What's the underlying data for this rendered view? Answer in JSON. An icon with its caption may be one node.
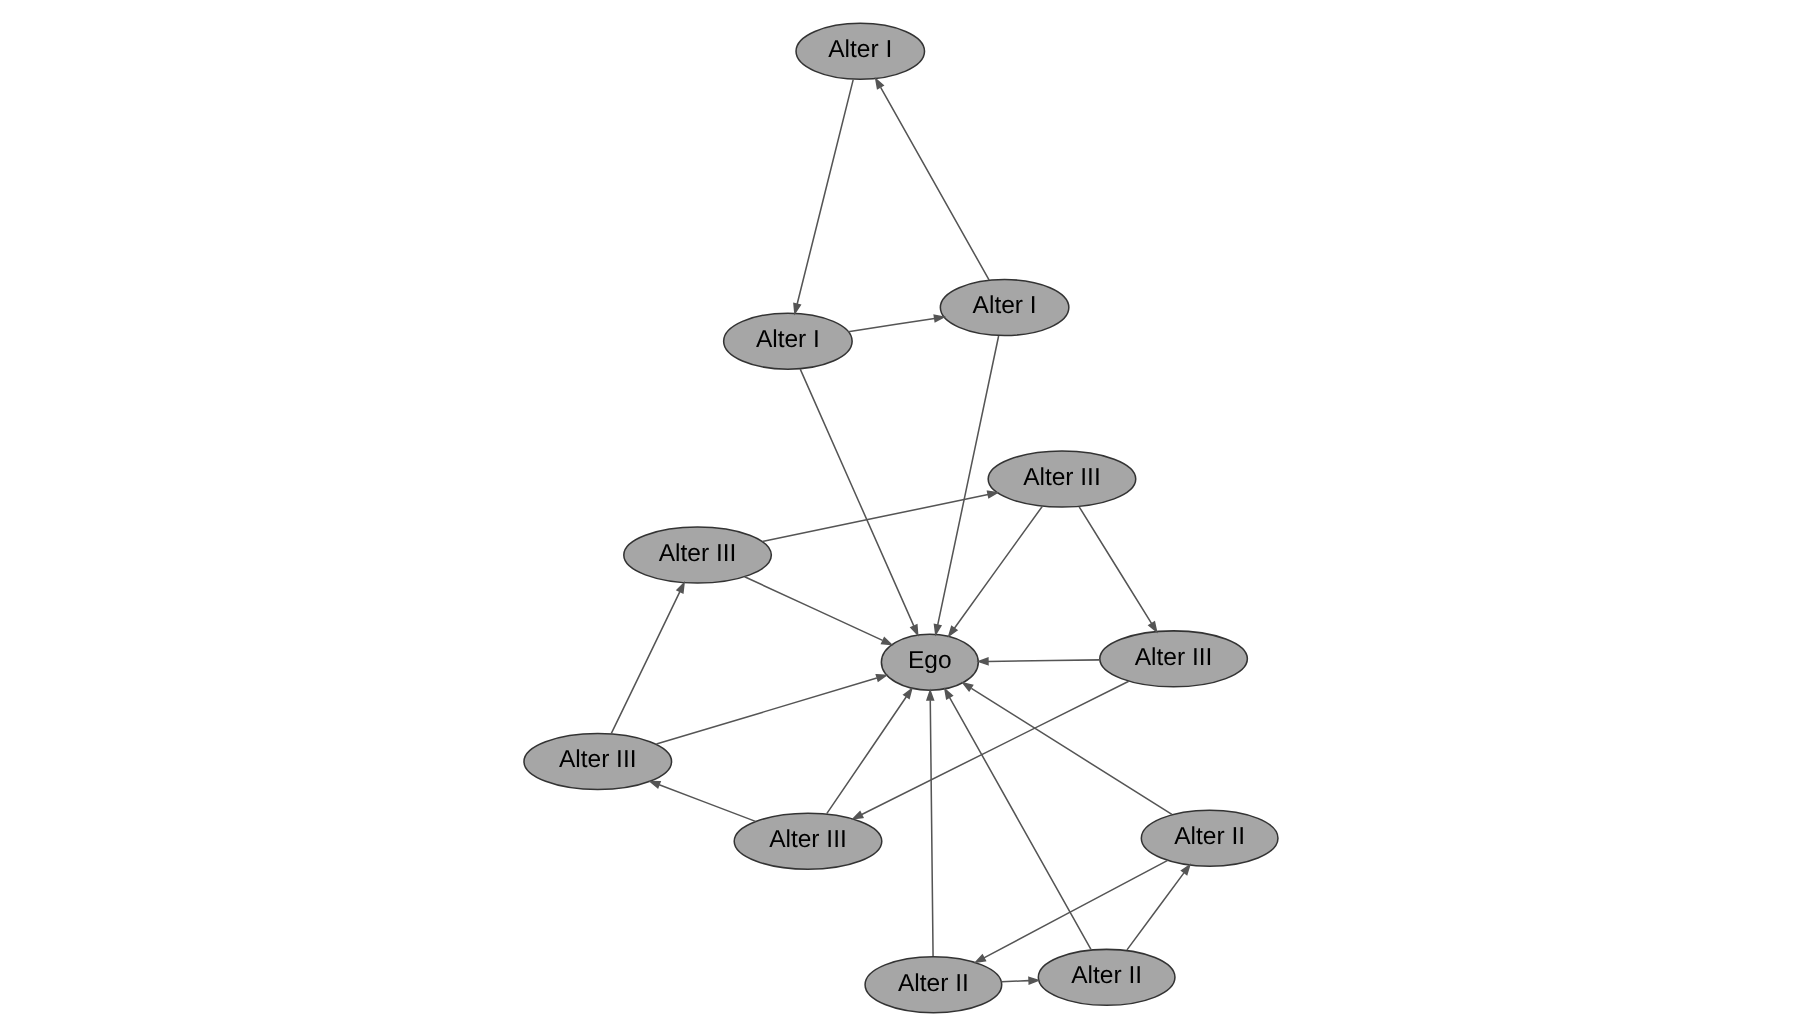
{
  "diagram": {
    "nodes": [
      {
        "text": [
          "Alter III"
        ]
      },
      {
        "text": [
          "Alter III"
        ]
      },
      {
        "text": [
          "Alter II"
        ]
      },
      {
        "text": [
          "Alter I"
        ]
      },
      {
        "text": [
          "Alter I"
        ]
      },
      {
        "text": [
          "Ego"
        ]
      },
      {
        "text": [
          "Alter III"
        ]
      },
      {
        "text": [
          "Alter III"
        ]
      },
      {
        "text": [
          "Alter I"
        ]
      },
      {
        "text": [
          "Alter II"
        ]
      },
      {
        "text": [
          "Alter II"
        ]
      },
      {
        "text": [
          "Alter III"
        ]
      }
    ],
    "edges": [
      {
        "from": 0,
        "to": 1,
        "arrow": "to"
      },
      {
        "from": 0,
        "to": 5,
        "arrow": "to"
      },
      {
        "from": 1,
        "to": 5,
        "arrow": "to"
      },
      {
        "from": 1,
        "to": 7,
        "arrow": "to"
      },
      {
        "from": 6,
        "to": 0,
        "arrow": "to"
      },
      {
        "from": 6,
        "to": 5,
        "arrow": "to"
      },
      {
        "from": 2,
        "to": 5,
        "arrow": "to"
      },
      {
        "from": 9,
        "to": 2,
        "arrow": "to"
      },
      {
        "from": 9,
        "to": 5,
        "arrow": "to"
      },
      {
        "from": 2,
        "to": 10,
        "arrow": "to"
      },
      {
        "from": 3,
        "to": 4,
        "arrow": "to"
      },
      {
        "from": 3,
        "to": 5,
        "arrow": "to"
      },
      {
        "from": 4,
        "to": 5,
        "arrow": "to"
      },
      {
        "from": 4,
        "to": 8,
        "arrow": "to"
      },
      {
        "from": 8,
        "to": 3,
        "arrow": "to"
      },
      {
        "from": 11,
        "to": 5,
        "arrow": "to"
      },
      {
        "from": 7,
        "to": 5,
        "arrow": "to"
      },
      {
        "from": 10,
        "to": 5,
        "arrow": "to"
      },
      {
        "from": 10,
        "to": 9,
        "arrow": "to"
      },
      {
        "from": 7,
        "to": 11,
        "arrow": "to"
      },
      {
        "from": 11,
        "to": 6,
        "arrow": "to"
      }
    ]
  }
}
